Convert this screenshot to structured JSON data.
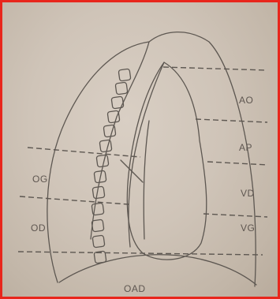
{
  "diagram": {
    "labels": {
      "ao": "AO",
      "ap": "AP",
      "og": "OG",
      "od": "OD",
      "vd": "VD",
      "vg": "VG",
      "oad": "OAD"
    }
  }
}
